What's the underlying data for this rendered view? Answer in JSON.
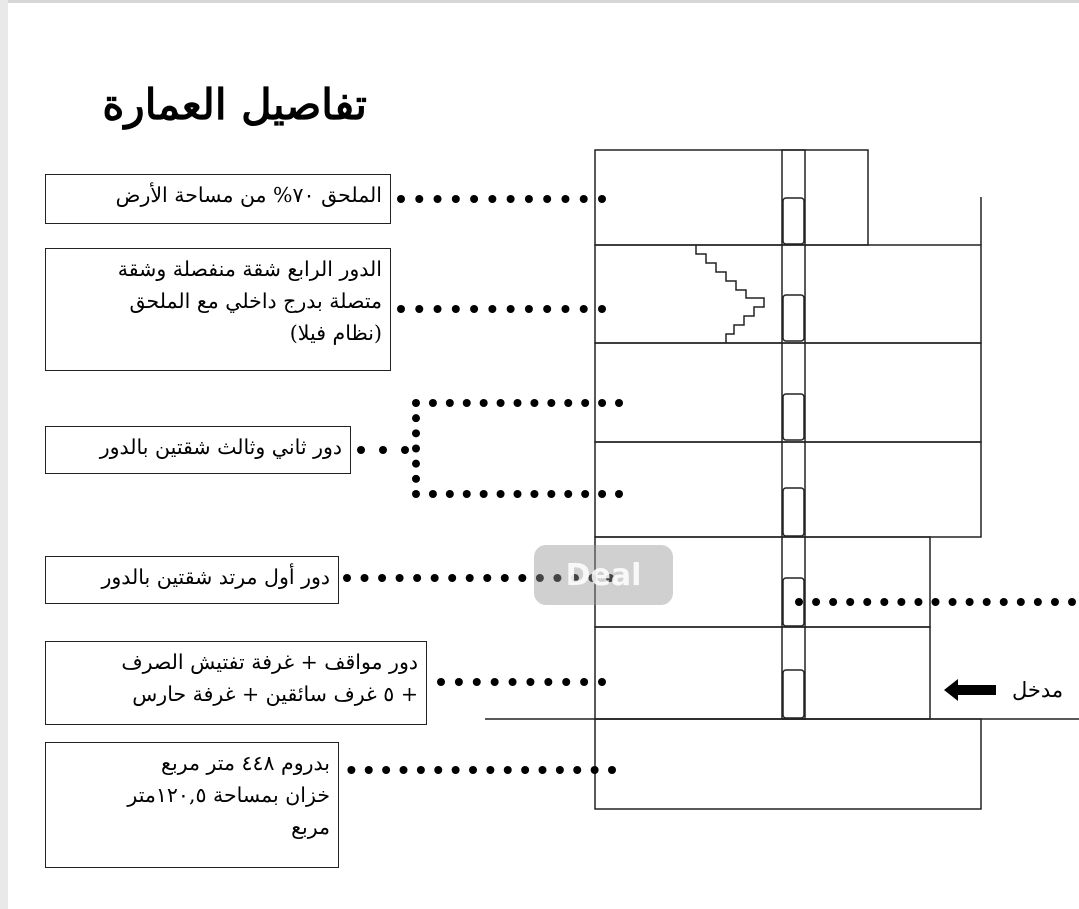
{
  "title": "تفاصيل العمارة",
  "labels": {
    "annex": "الملحق ٧٠% من مساحة الأرض",
    "fourth_floor": "الدور الرابع شقة منفصلة وشقة\nمتصلة بدرج داخلي مع الملحق\n(نظام فيلا)",
    "second_third_floors": "دور ثاني وثالث شقتين بالدور",
    "first_floor": "دور أول مرتد شقتين بالدور",
    "ground_floor": "دور مواقف + غرفة تفتيش الصرف\n+ ٥ غرف سائقين + غرفة حارس",
    "basement": "بدروم ٤٤٨ متر مربع\nخزان بمساحة ١٢٠,٥متر\nمربع"
  },
  "entrance": {
    "label": "مدخل",
    "icon": "arrow-left-icon"
  },
  "watermark": {
    "text": "Deal"
  },
  "colors": {
    "line": "#222222",
    "dots": "#000000"
  }
}
